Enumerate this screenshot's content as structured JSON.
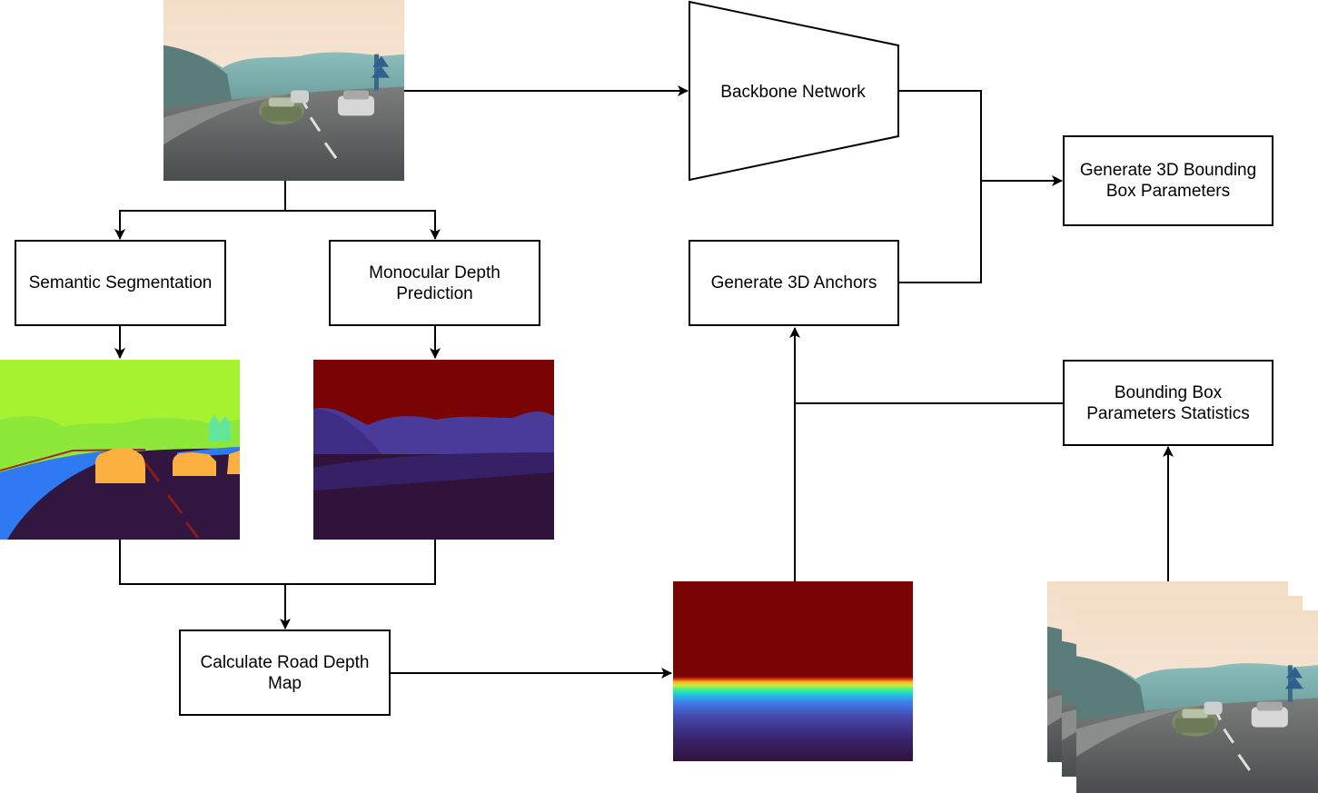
{
  "nodes": {
    "backbone": "Backbone Network",
    "generate_bbox": "Generate 3D Bounding Box Parameters",
    "generate_anchors": "Generate 3D Anchors",
    "bbox_stats": "Bounding Box Parameters Statistics",
    "semantic_segmentation": "Semantic Segmentation",
    "monocular_depth": "Monocular Depth Prediction",
    "road_depth": "Calculate Road Depth Map"
  },
  "colors": {
    "seg_sky": "#a6f231",
    "seg_vegetation": "#8ee83a",
    "seg_road": "#311640",
    "seg_sidewalk": "#2f7af2",
    "seg_car": "#fbb040",
    "depth_far": "#7a0403",
    "depth_near": "#30123b",
    "depth_mid": "#4a3a9a"
  }
}
